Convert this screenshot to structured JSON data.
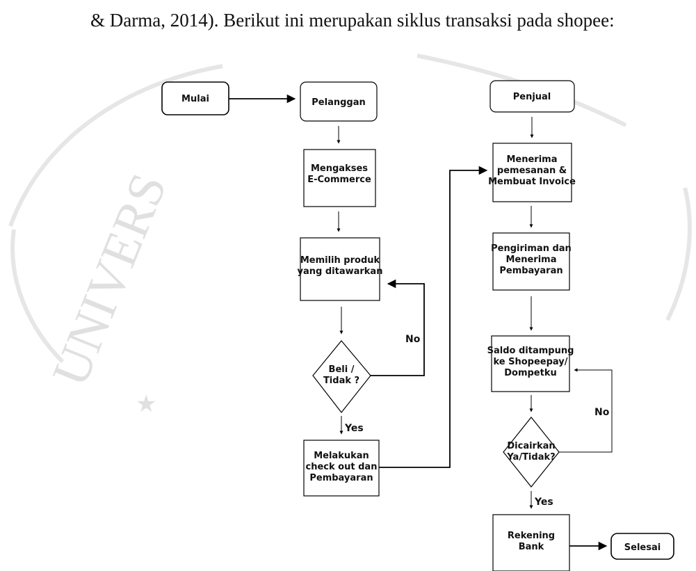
{
  "caption": "& Darma, 2014). Berikut ini merupakan siklus transaksi pada shopee:",
  "watermark": {
    "text": "UNIVERS",
    "color": "#dcdcdc"
  },
  "flowchart": {
    "nodes": {
      "mulai": "Mulai",
      "pelanggan": "Pelanggan",
      "mengakses": "Mengakses\nE-Commerce",
      "memilih": "Memilih produk\nyang ditawarkan",
      "beli": "Beli /\nTidak ?",
      "checkout": "Melakukan\ncheck out dan\nPembayaran",
      "penjual": "Penjual",
      "menerima": "Menerima\npemesanan &\nMembuat Invoice",
      "pengiriman": "Pengiriman dan\nMenerima\nPembayaran",
      "saldo": "Saldo ditampung\nke Shopeepay/\nDompetku",
      "dicairkan": "Dicairkan\nYa/Tidak?",
      "rekening": "Rekening\nBank",
      "selesai": "Selesai"
    },
    "edge_labels": {
      "no_left": "No",
      "yes_left": "Yes",
      "no_right": "No",
      "yes_right": "Yes"
    }
  }
}
